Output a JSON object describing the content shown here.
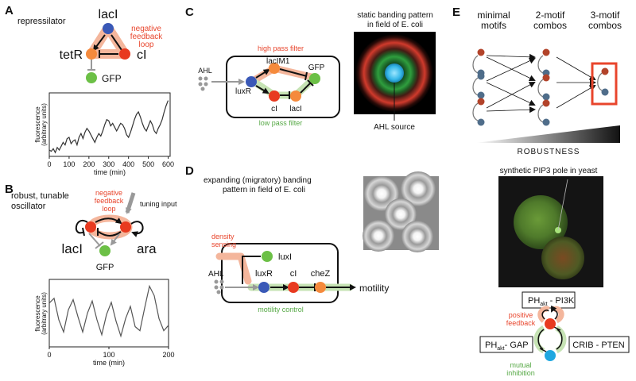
{
  "colors": {
    "repressor_red": "#e83a20",
    "node_orange": "#f58a3c",
    "node_blue": "#3a59b7",
    "node_green": "#6cc046",
    "node_cyan": "#1fa7e0",
    "node_slate": "#4f6d8a",
    "node_rust": "#b2432a",
    "loop_highlight": "#f4b69c",
    "low_pass_highlight": "#c6e3b4",
    "annotation_red": "#e8452c",
    "annotation_green": "#55a844"
  },
  "panelA": {
    "label": "A",
    "title": "repressilator",
    "nodes": {
      "laci": "lacI",
      "tetr": "tetR",
      "ci": "cI",
      "gfp": "GFP"
    },
    "loop_note": [
      "negative",
      "feedback",
      "loop"
    ],
    "chart": {
      "ylabel_lines": [
        "fluorescence",
        "(arbitrary units)"
      ],
      "xlabel": "time (min)",
      "xticks": [
        "0",
        "100",
        "200",
        "300",
        "400",
        "500",
        "600"
      ]
    }
  },
  "panelB": {
    "label": "B",
    "title_lines": [
      "robust, tunable",
      "oscillator"
    ],
    "loop_note": [
      "negative",
      "feedback",
      "loop"
    ],
    "tuning": "tuning input",
    "nodes": {
      "laci": "lacI",
      "ara": "ara",
      "gfp": "GFP"
    },
    "chart": {
      "ylabel_lines": [
        "fluorescence",
        "(arbitrary units)"
      ],
      "xlabel": "time (min)",
      "xticks": [
        "0",
        "100",
        "200"
      ]
    }
  },
  "panelC": {
    "label": "C",
    "ahl": "AHL",
    "high_pass": "high pass filter",
    "low_pass": "low pass filter",
    "nodes": {
      "lacim1": "lacIM1",
      "gfp": "GFP",
      "luxr": "luxR",
      "ci": "cI",
      "laci": "lacI"
    },
    "image_title": [
      "static banding pattern",
      "in field of E. coli"
    ],
    "source": "AHL source"
  },
  "panelD": {
    "label": "D",
    "image_title": [
      "expanding (migratory) banding",
      "pattern in field of E. coli"
    ],
    "density_sensing": [
      "density",
      "sensing"
    ],
    "ahl": "AHL",
    "nodes": {
      "luxi": "luxI",
      "luxr": "luxR",
      "ci": "cI",
      "chez": "cheZ"
    },
    "motility": "motility",
    "motility_control": "motility control"
  },
  "panelE": {
    "label": "E",
    "columns": [
      "minimal",
      "motifs",
      "2-motif",
      "combos",
      "3-motif",
      "combos"
    ],
    "robustness": "ROBUSTNESS",
    "image_title": "synthetic PIP3 pole in yeast",
    "boxes": {
      "top": "PH",
      "top_sub": "akt",
      "top_rest": " - PI3K",
      "left": "PH",
      "left_sub": "akt",
      "left_rest": "- GAP",
      "right": "CRIB - PTEN"
    },
    "positive_feedback": [
      "positive",
      "feedback"
    ],
    "mutual_inhibition": [
      "mutual",
      "inhibition"
    ]
  },
  "chart_data": [
    {
      "type": "line",
      "x": [
        0,
        10,
        20,
        30,
        40,
        50,
        60,
        70,
        80,
        90,
        100,
        110,
        120,
        130,
        140,
        150,
        160,
        170,
        180,
        190,
        200,
        210,
        220,
        230,
        240,
        250,
        260,
        270,
        280,
        290,
        300,
        310,
        320,
        330,
        340,
        350,
        360,
        370,
        380,
        390,
        400,
        410,
        420,
        430,
        440,
        450,
        460,
        470,
        480,
        490,
        500,
        510,
        520,
        530,
        540,
        550,
        560,
        570,
        580,
        590,
        600
      ],
      "series": [
        {
          "values": [
            0.1,
            0.08,
            0.12,
            0.06,
            0.14,
            0.1,
            0.16,
            0.22,
            0.18,
            0.28,
            0.3,
            0.2,
            0.24,
            0.26,
            0.18,
            0.3,
            0.36,
            0.28,
            0.38,
            0.44,
            0.4,
            0.34,
            0.28,
            0.22,
            0.3,
            0.36,
            0.32,
            0.4,
            0.5,
            0.58,
            0.56,
            0.48,
            0.52,
            0.46,
            0.4,
            0.46,
            0.52,
            0.5,
            0.44,
            0.34,
            0.3,
            0.38,
            0.48,
            0.58,
            0.66,
            0.7,
            0.62,
            0.52,
            0.44,
            0.4,
            0.48,
            0.56,
            0.5,
            0.4,
            0.36,
            0.44,
            0.5,
            0.58,
            0.7,
            0.8,
            0.88
          ]
        }
      ],
      "xlabel": "time (min)",
      "ylabel": "fluorescence (arbitrary units)",
      "xlim": [
        0,
        610
      ],
      "ylim": [
        0,
        1
      ]
    },
    {
      "type": "line",
      "x": [
        0,
        8,
        16,
        24,
        32,
        40,
        48,
        56,
        64,
        72,
        80,
        88,
        96,
        104,
        112,
        120,
        128,
        136,
        144,
        152,
        160,
        168,
        176,
        184,
        192,
        200
      ],
      "series": [
        {
          "values": [
            0.65,
            0.72,
            0.4,
            0.22,
            0.55,
            0.7,
            0.45,
            0.22,
            0.5,
            0.68,
            0.4,
            0.18,
            0.48,
            0.66,
            0.38,
            0.16,
            0.42,
            0.6,
            0.3,
            0.24,
            0.58,
            0.9,
            0.76,
            0.42,
            0.24,
            0.32
          ]
        }
      ],
      "xlabel": "time (min)",
      "ylabel": "fluorescence (arbitrary units)",
      "xlim": [
        0,
        200
      ],
      "ylim": [
        0,
        1
      ]
    }
  ]
}
